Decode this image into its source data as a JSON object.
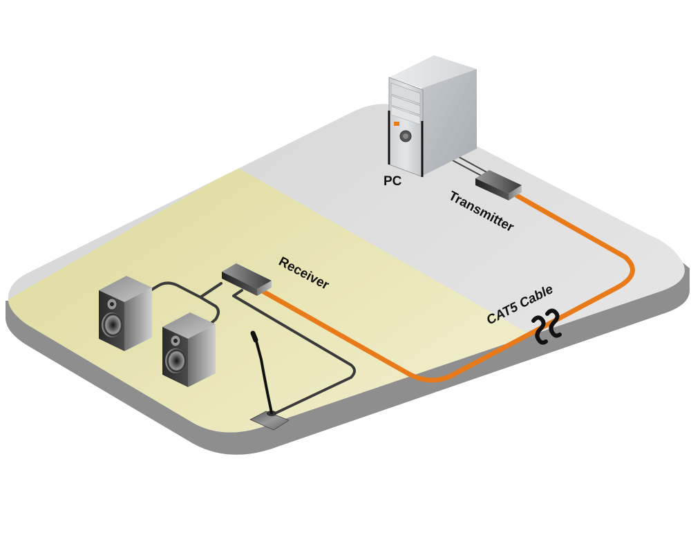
{
  "diagram": {
    "title": "Audio over CAT5 extender connection diagram",
    "labels": {
      "pc": "PC",
      "transmitter": "Transmitter",
      "receiver": "Receiver",
      "cable": "CAT5 Cable"
    },
    "devices": [
      {
        "id": "pc",
        "type": "tower-computer"
      },
      {
        "id": "transmitter",
        "type": "extender-box"
      },
      {
        "id": "receiver",
        "type": "extender-box"
      },
      {
        "id": "speaker-left",
        "type": "studio-monitor-speaker"
      },
      {
        "id": "speaker-right",
        "type": "studio-monitor-speaker"
      },
      {
        "id": "microphone",
        "type": "gooseneck-microphone"
      }
    ],
    "connections": [
      {
        "from": "pc",
        "to": "transmitter",
        "type": "audio-cable"
      },
      {
        "from": "transmitter",
        "to": "receiver",
        "type": "CAT5 Cable"
      },
      {
        "from": "receiver",
        "to": "speaker-left",
        "type": "audio-cable"
      },
      {
        "from": "receiver",
        "to": "speaker-right",
        "type": "audio-cable"
      },
      {
        "from": "receiver",
        "to": "microphone",
        "type": "audio-cable"
      }
    ],
    "colors": {
      "cat5_cable": "#E87A1A",
      "audio_cable": "#3a3a3a",
      "zone_local": "#E2DFA8",
      "zone_remote": "#D9D9D9",
      "platform_edge": "#8E8E8E"
    }
  }
}
